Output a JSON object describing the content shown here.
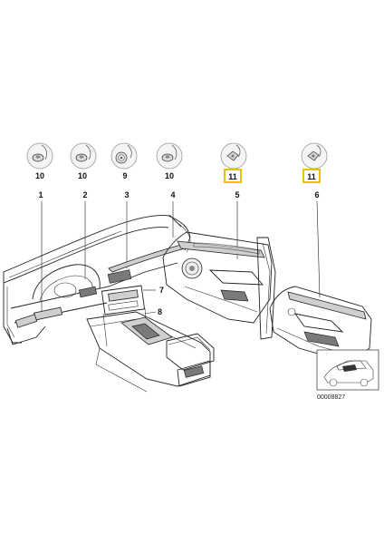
{
  "callouts": [
    {
      "number": "1",
      "clip_number": "10",
      "highlighted": false
    },
    {
      "number": "2",
      "clip_number": "10",
      "highlighted": false
    },
    {
      "number": "3",
      "clip_number": "9",
      "highlighted": false
    },
    {
      "number": "4",
      "clip_number": "10",
      "highlighted": false
    },
    {
      "number": "5",
      "clip_number": "11",
      "highlighted": true
    },
    {
      "number": "6",
      "clip_number": "11",
      "highlighted": true
    }
  ],
  "side_labels": {
    "label_7": "7",
    "label_8": "8"
  },
  "reference_code": "00008827",
  "colors": {
    "highlight": "#e8c400",
    "line": "#222222"
  }
}
